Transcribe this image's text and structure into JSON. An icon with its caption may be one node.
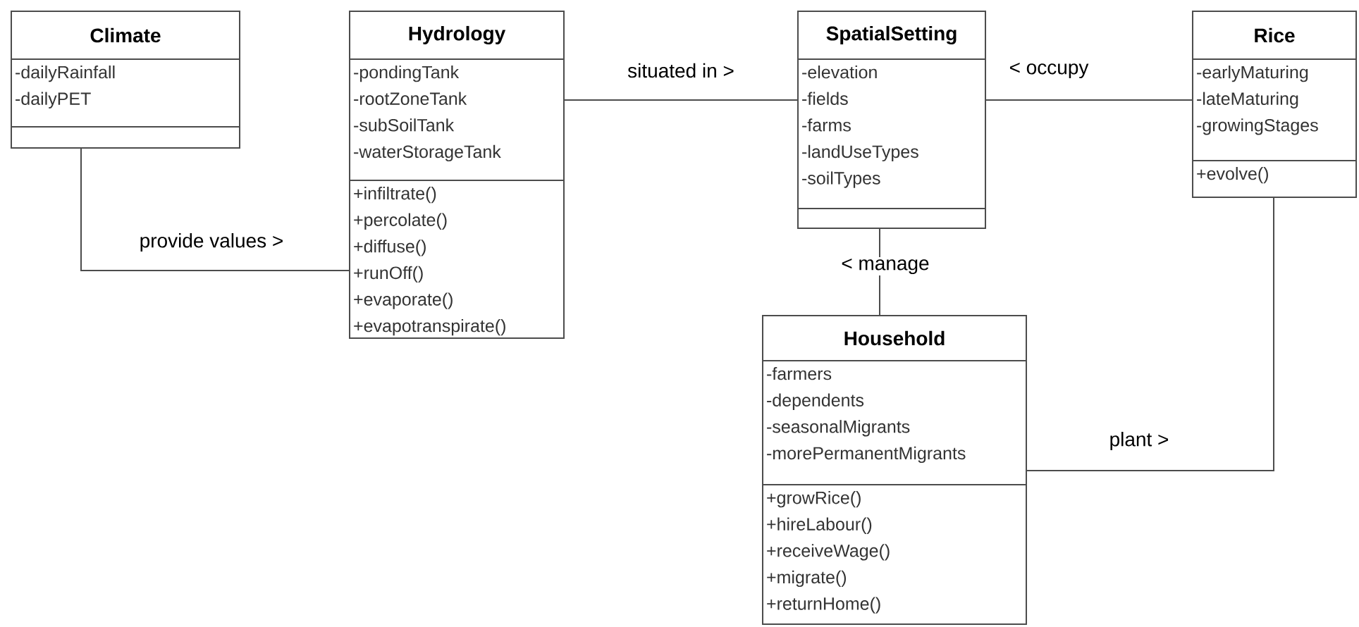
{
  "diagram": {
    "nodes": [
      {
        "text": [
          "Climate",
          "-dailyRainfall -dailyPET"
        ]
      },
      {
        "text": [
          "Hydrology",
          "-pondingTank -rootZoneTank -subSoilTank -waterStorageTank",
          "+infiltrate() +percolate() +diffuse() +runOff() +evaporate() +evapotranspirate()"
        ]
      },
      {
        "text": [
          "SpatialSetting",
          "-elevation -fields -farms -landUseTypes -soilTypes"
        ]
      },
      {
        "text": [
          "Rice",
          "-earlyMaturing -lateMaturing -growingStages",
          "+evolve()"
        ]
      },
      {
        "text": [
          "Household",
          "-farmers -dependents -seasonalMigrants -morePermanentMigrants",
          "+growRice() +hireLabour() +receiveWage() +migrate() +returnHome()"
        ]
      }
    ],
    "edges": [
      {
        "from": 0,
        "to": 1,
        "arrow": "none",
        "label": "provide values >"
      },
      {
        "from": 1,
        "to": 2,
        "arrow": "none",
        "label": "situated in >"
      },
      {
        "from": 2,
        "to": 3,
        "arrow": "none",
        "label": "< occupy"
      },
      {
        "from": 2,
        "to": 4,
        "arrow": "none",
        "label": "< manage"
      },
      {
        "from": 4,
        "to": 3,
        "arrow": "none",
        "label": "plant >"
      }
    ]
  }
}
